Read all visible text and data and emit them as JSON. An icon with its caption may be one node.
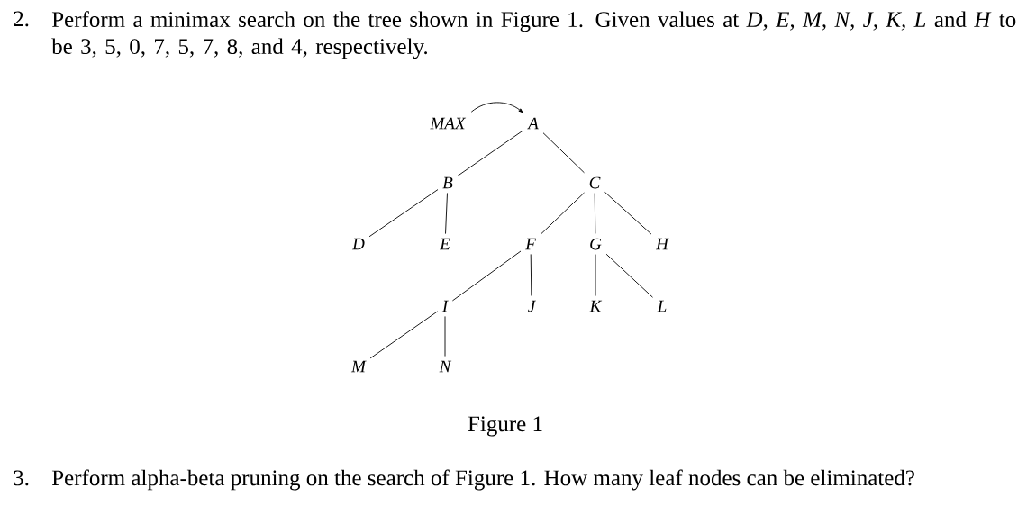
{
  "diagram": {
    "caption": "Figure 1",
    "nodes": [
      {
        "text": [
          "MAX"
        ]
      },
      {
        "text": [
          "A"
        ]
      },
      {
        "text": [
          "B"
        ]
      },
      {
        "text": [
          "C"
        ]
      },
      {
        "text": [
          "D"
        ]
      },
      {
        "text": [
          "E"
        ]
      },
      {
        "text": [
          "F"
        ]
      },
      {
        "text": [
          "G"
        ]
      },
      {
        "text": [
          "H"
        ]
      },
      {
        "text": [
          "I"
        ]
      },
      {
        "text": [
          "J"
        ]
      },
      {
        "text": [
          "K"
        ]
      },
      {
        "text": [
          "L"
        ]
      },
      {
        "text": [
          "M"
        ]
      },
      {
        "text": [
          "N"
        ]
      }
    ],
    "edges": [
      {
        "from": 0,
        "to": 1,
        "arrow": "to"
      },
      {
        "from": 1,
        "to": 2,
        "arrow": "none"
      },
      {
        "from": 1,
        "to": 3,
        "arrow": "none"
      },
      {
        "from": 2,
        "to": 4,
        "arrow": "none"
      },
      {
        "from": 2,
        "to": 5,
        "arrow": "none"
      },
      {
        "from": 3,
        "to": 6,
        "arrow": "none"
      },
      {
        "from": 3,
        "to": 7,
        "arrow": "none"
      },
      {
        "from": 3,
        "to": 8,
        "arrow": "none"
      },
      {
        "from": 6,
        "to": 9,
        "arrow": "none"
      },
      {
        "from": 6,
        "to": 10,
        "arrow": "none"
      },
      {
        "from": 7,
        "to": 11,
        "arrow": "none"
      },
      {
        "from": 7,
        "to": 12,
        "arrow": "none"
      },
      {
        "from": 9,
        "to": 13,
        "arrow": "none"
      },
      {
        "from": 9,
        "to": 14,
        "arrow": "none"
      }
    ],
    "labels": [
      "2.",
      "Perform a minimax search on the tree shown in Figure 1.  Given values at *D, E, M, N, J, K, L* and *H* to be 3, 5, 0, 7, 5, 7, 8, and 4, respectively.",
      "3.",
      "Perform alpha-beta pruning on the search of Figure 1. How many leaf nodes can be eliminated?"
    ]
  }
}
